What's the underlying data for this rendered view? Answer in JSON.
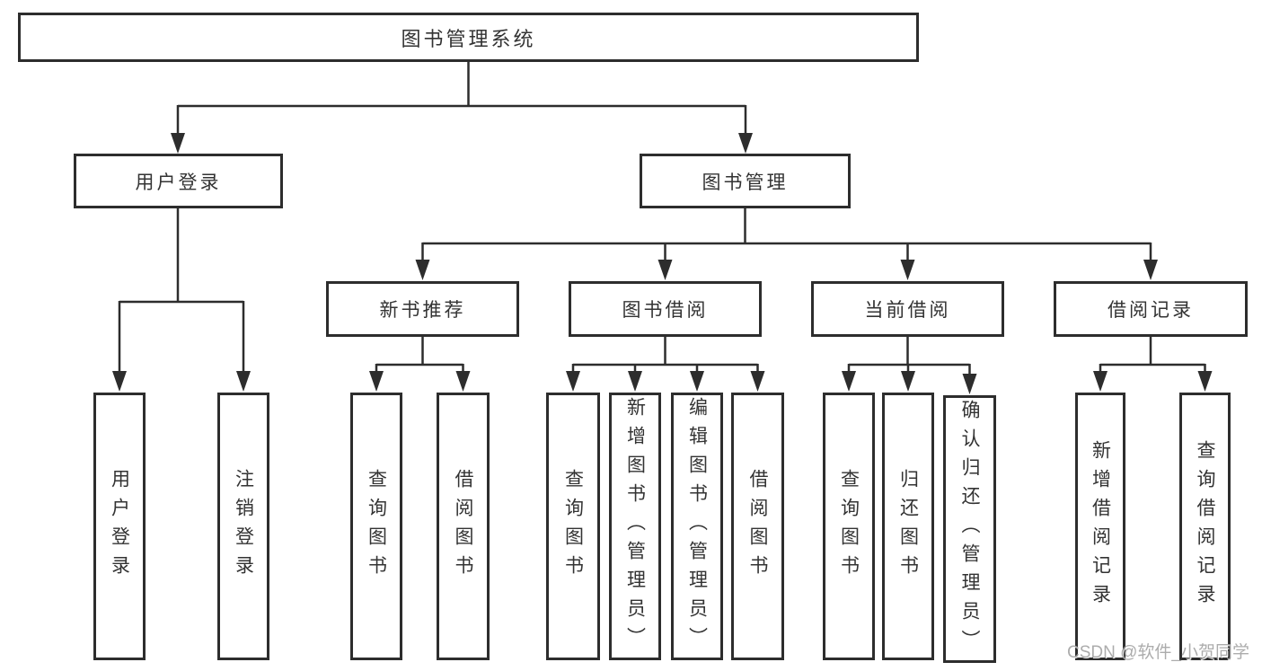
{
  "diagram": {
    "title": "图书管理系统",
    "nodes": {
      "root": "图书管理系统",
      "user_login": "用户登录",
      "book_mgmt": "图书管理",
      "new_book_rec": "新书推荐",
      "book_borrow": "图书借阅",
      "current_borrow": "当前借阅",
      "borrow_records": "借阅记录",
      "leaf_user_login": "用户登录",
      "leaf_logout": "注销登录",
      "leaf_nbr_query": "查询图书",
      "leaf_nbr_borrow": "借阅图书",
      "leaf_bb_query": "查询图书",
      "leaf_bb_add": "新增图书（管理员）",
      "leaf_bb_edit": "编辑图书（管理员）",
      "leaf_bb_borrow": "借阅图书",
      "leaf_cb_query": "查询图书",
      "leaf_cb_return": "归还图书",
      "leaf_cb_confirm": "确认归还（管理员）",
      "leaf_br_add": "新增借阅记录",
      "leaf_br_query": "查询借阅记录"
    },
    "line_color": "#2d2d2d",
    "text_color": "#333333"
  },
  "watermark": "CSDN @软件_小贺同学"
}
